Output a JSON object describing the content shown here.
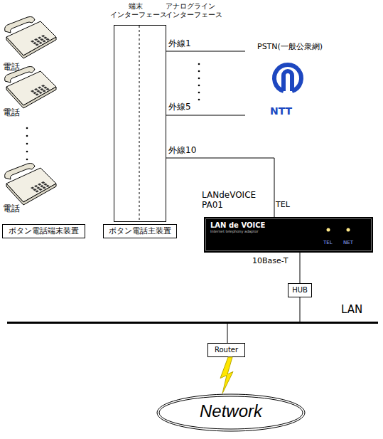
{
  "diagram": {
    "nodes": [
      {
        "text": [
          "端末 インターフェース",
          "アナログライン インターフェース"
        ]
      },
      {
        "text": [
          "ボタン電話端末装置"
        ]
      },
      {
        "text": [
          "ボタン電話主装置"
        ]
      },
      {
        "text": [
          "LANdeVOICE PA01",
          "LAN de VOICE",
          "Internet telephony adaptor",
          "TEL",
          "NET"
        ]
      },
      {
        "text": [
          "HUB"
        ]
      },
      {
        "text": [
          "LAN"
        ]
      },
      {
        "text": [
          "Router"
        ]
      },
      {
        "text": [
          "Network"
        ]
      }
    ],
    "edges": [
      {
        "from": 0,
        "to": 3,
        "arrow": "none",
        "label": "外線10"
      },
      {
        "from": 3,
        "to": 4,
        "arrow": "none",
        "label": "10Base-T"
      },
      {
        "from": 4,
        "to": 5,
        "arrow": "none"
      },
      {
        "from": 5,
        "to": 6,
        "arrow": "none"
      },
      {
        "from": 6,
        "to": 7,
        "arrow": "none"
      }
    ],
    "labels": [
      "電話",
      "電話",
      "電話",
      "外線1",
      "外線5",
      "PSTN(一般公衆網)",
      "NTT",
      "TEL"
    ]
  }
}
